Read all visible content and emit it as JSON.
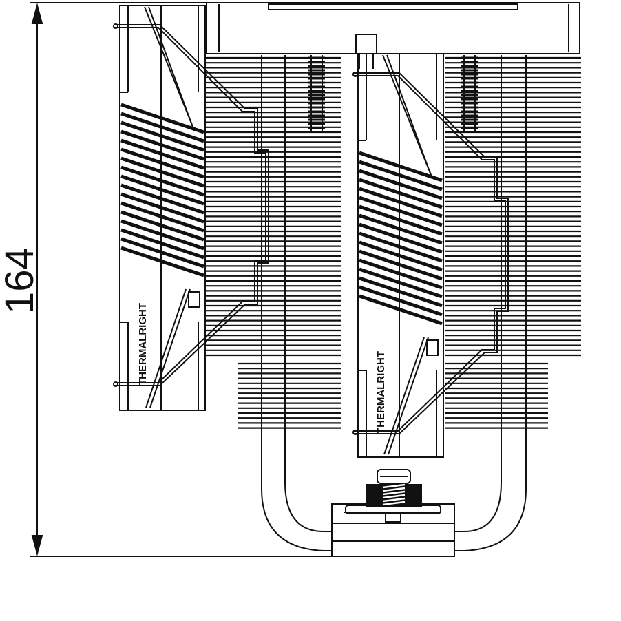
{
  "dimension": {
    "value": "164"
  },
  "fans": [
    {
      "brand": "THERMALRIGHT"
    },
    {
      "brand": "THERMALRIGHT"
    }
  ],
  "colors": {
    "line": "#111111",
    "background": "#ffffff"
  }
}
